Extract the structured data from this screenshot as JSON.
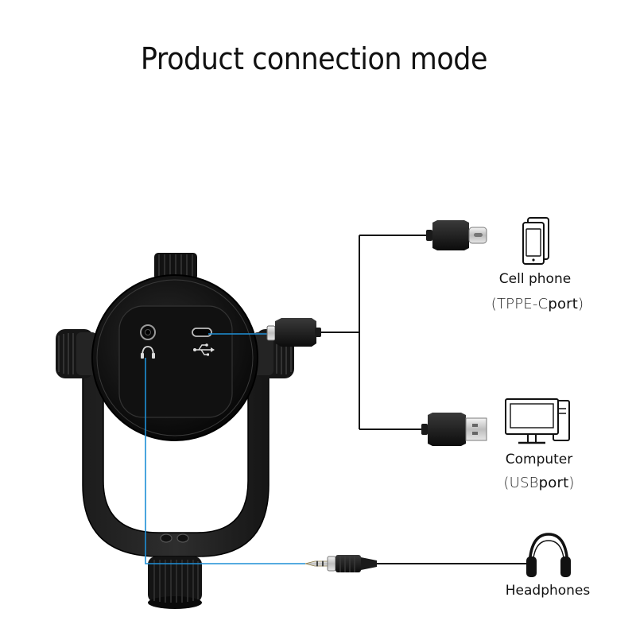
{
  "diagram": {
    "title": "Product connection mode",
    "devices": [
      {
        "name": "Cell phone",
        "port_label": "TPPE-C",
        "port_suffix": "port",
        "icon": "smartphone-icon",
        "cable": "usb-c-plug-icon"
      },
      {
        "name": "Computer",
        "port_label": "USB",
        "port_suffix": "port",
        "icon": "desktop-computer-icon",
        "cable": "usb-a-plug-icon"
      },
      {
        "name": "Headphones",
        "icon": "headphones-icon",
        "cable": "3.5mm-audio-plug-icon"
      }
    ],
    "microphone_ports": [
      "headphone-jack-icon",
      "usb-c-port-icon",
      "usb-symbol-icon"
    ],
    "colors": {
      "connector_line": "#1e8fd6",
      "cable": "#111111",
      "microphone_body": "#141414",
      "background": "#ffffff"
    }
  }
}
